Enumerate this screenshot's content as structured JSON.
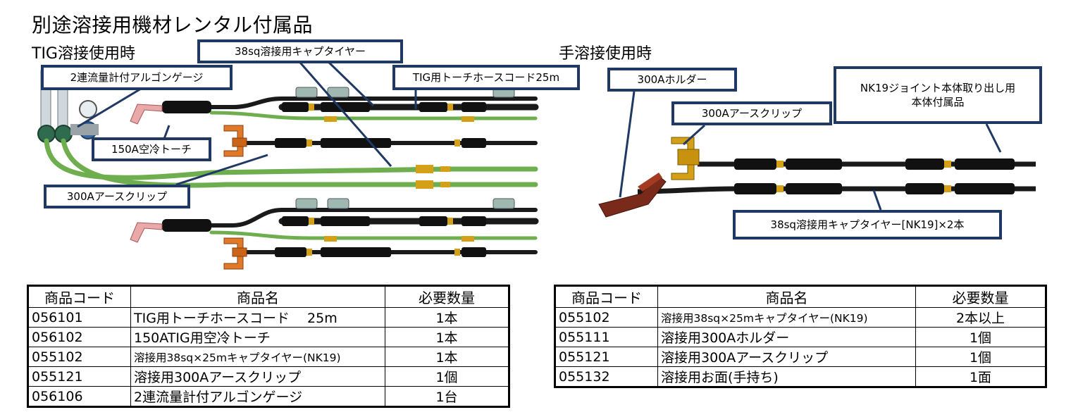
{
  "title": "別途溶接用機材レンタル付属品",
  "tig": {
    "heading": "TIG溶接使用時",
    "callouts": {
      "cabtire": "38sq溶接用キャプタイヤー",
      "gauge": "2連流量計付アルゴンゲージ",
      "hose": "TIG用トーチホースコード25m",
      "torch": "150A空冷トーチ",
      "clip": "300Aアースクリップ"
    }
  },
  "manual": {
    "heading": "手溶接使用時",
    "callouts": {
      "holder": "300Aホルダー",
      "nk19_line1": "NK19ジョイント本体取り出し用",
      "nk19_line2": "本体付属品",
      "clip": "300Aアースクリップ",
      "cabtire": "38sq溶接用キャプタイヤー[NK19]×2本"
    }
  },
  "table_tig": {
    "headers": [
      "商品コード",
      "商品名",
      "必要数量"
    ],
    "rows": [
      [
        "056101",
        "TIG用トーチホースコード　 25m",
        "1本"
      ],
      [
        "056102",
        "150ATIG用空冷トーチ",
        "1本"
      ],
      [
        "055102",
        "溶接用38sq×25mキャプタイヤー(NK19)",
        "1本"
      ],
      [
        "055121",
        "溶接用300Aアースクリップ",
        "1個"
      ],
      [
        "056106",
        "2連流量計付アルゴンゲージ",
        "1台"
      ]
    ]
  },
  "table_manual": {
    "headers": [
      "商品コード",
      "商品名",
      "必要数量"
    ],
    "rows": [
      [
        "055102",
        "溶接用38sq×25mキャプタイヤー(NK19)",
        "2本以上"
      ],
      [
        "055111",
        "溶接用300Aホルダー",
        "1個"
      ],
      [
        "055121",
        "溶接用300Aアースクリップ",
        "1個"
      ],
      [
        "055132",
        "溶接用お面(手持ち)",
        "1面"
      ]
    ]
  },
  "colors": {
    "callout_border": "#1f3864",
    "cable_black": "#1a1a1a",
    "hose_green": "#6fae4f",
    "clip_orange": "#e07a2a",
    "clip_gold": "#d4a017",
    "holder_red": "#7a2a1a"
  }
}
